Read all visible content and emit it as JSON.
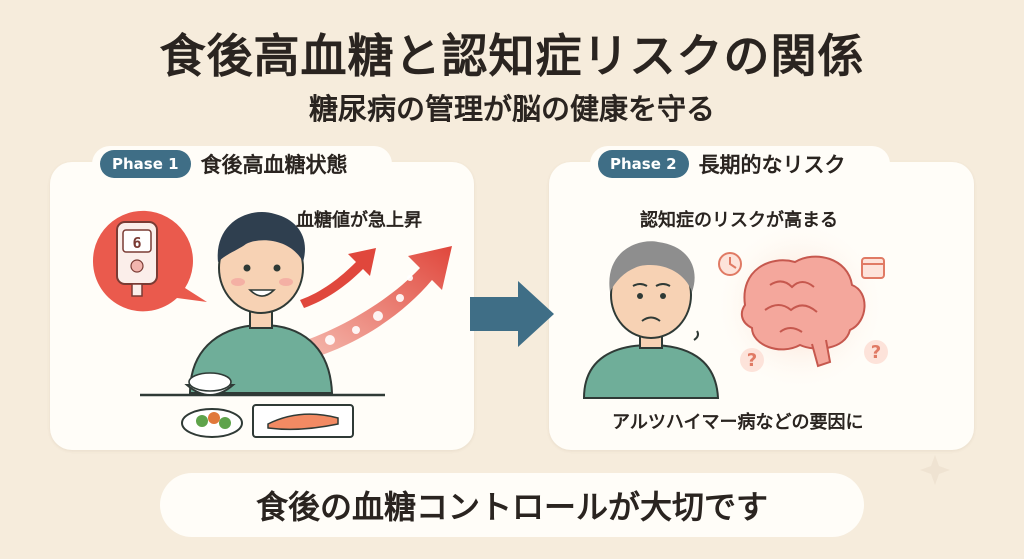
{
  "title": "食後高血糖と認知症リスクの関係",
  "subtitle": "糖尿病の管理が脳の健康を守る",
  "phase1": {
    "badge": "Phase 1",
    "title": "食後高血糖状態",
    "rise_label": "血糖値が急上昇",
    "meter_reading": "6"
  },
  "phase2": {
    "badge": "Phase 2",
    "title": "長期的なリスク",
    "risk_label": "認知症のリスクが高まる",
    "factor_label": "アルツハイマー病などの要因に"
  },
  "footer": "食後の血糖コントロールが大切です",
  "icons": [
    "glucose-meter-icon",
    "trend-arrow-icon",
    "clock-icon",
    "calendar-icon",
    "question-icon",
    "brain-icon",
    "next-arrow-icon"
  ],
  "colors": {
    "background": "#f6ecdc",
    "panel": "#fffdf8",
    "badge": "#3f6e86",
    "accent_red": "#e4574b",
    "shirt": "#6fae99"
  }
}
